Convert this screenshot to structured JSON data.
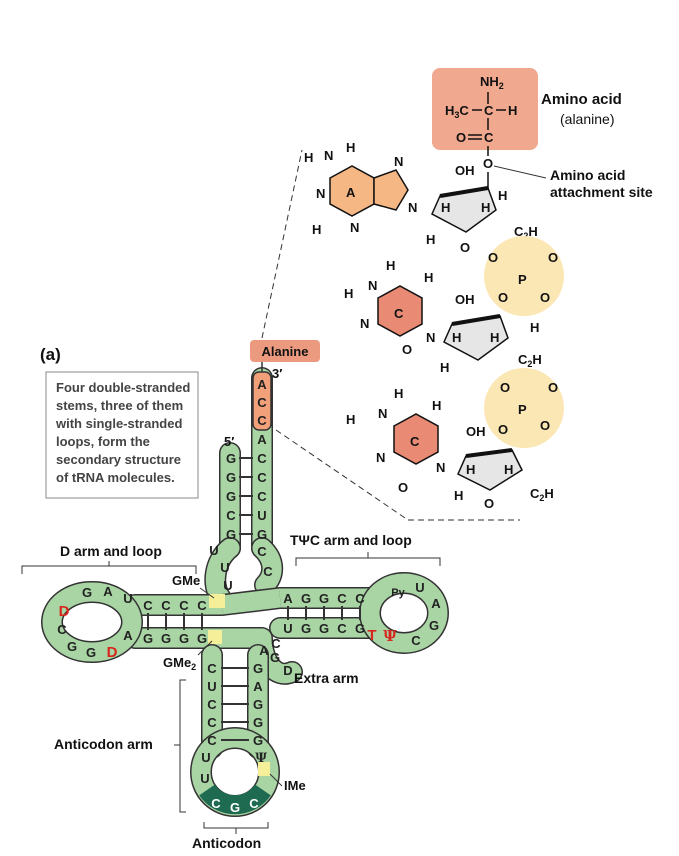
{
  "panel_label": "(a)",
  "caption": [
    "Four double-stranded",
    "stems, three of them",
    "with single-stranded",
    "loops, form the",
    "secondary structure",
    "of tRNA molecules."
  ],
  "labels": {
    "amino_acid": "Amino acid",
    "alanine_paren": "(alanine)",
    "attachment_line1": "Amino acid",
    "attachment_line2": "attachment site",
    "alanine_box": "Alanine",
    "three_prime": "3′",
    "five_prime": "5′",
    "d_arm": "D arm and loop",
    "tpsic_arm": "TΨC arm and loop",
    "extra_arm": "Extra arm",
    "anticodon_arm": "Anticodon arm",
    "anticodon": "Anticodon",
    "gme": "GMe",
    "gme2": "GMe",
    "gme2_sub": "2",
    "ime": "IMe"
  },
  "chemistry": {
    "nh2": "NH",
    "nh2_sub": "2",
    "h3c": "H",
    "h3c_sub": "3",
    "h3c_c": "C",
    "c_center": "C",
    "h_right": "H",
    "o_carbonyl": "O",
    "c_carbonyl": "C",
    "o_ester": "O",
    "base_A": "A",
    "base_C1": "C",
    "base_C2": "C",
    "oh": "OH",
    "h": "H",
    "n": "N",
    "o": "O",
    "p": "P",
    "c2h": "C",
    "c2h_sub": "2",
    "c2h_h": "H",
    "o_minus": "O",
    "minus": "−"
  },
  "colors": {
    "strand": "#a9d4a4",
    "strand_edge": "#333333",
    "modified": "#f5ef9a",
    "anticodon": "#1e6b52",
    "acc": "#f2a07a",
    "alanine_box": "#eb9a80",
    "aa_box": "#f0a88e",
    "base_A": "#f5b784",
    "base_C": "#e88a74",
    "phosphate": "#fbe7b4",
    "red_text": "#d8261e"
  },
  "sequence": {
    "acceptor_3prime_single": [
      "A",
      "C",
      "C",
      "A"
    ],
    "acceptor_5prime": [
      "G",
      "G",
      "G",
      "C",
      "G"
    ],
    "acceptor_3prime": [
      "C",
      "C",
      "C",
      "U",
      "G",
      "C"
    ],
    "junction": [
      "U",
      "U",
      "U",
      "C"
    ],
    "d_stem_top": [
      "C",
      "C",
      "C",
      "C"
    ],
    "d_stem_bottom": [
      "G",
      "G",
      "G",
      "G"
    ],
    "d_loop": [
      "U",
      "A",
      "G",
      "D",
      "C",
      "G",
      "G",
      "D",
      "A"
    ],
    "t_stem_top": [
      "A",
      "G",
      "G",
      "C",
      "C"
    ],
    "t_stem_bottom": [
      "U",
      "G",
      "G",
      "C",
      "G"
    ],
    "t_loop": [
      "Py",
      "U",
      "A",
      "G",
      "C",
      "T",
      "Ψ"
    ],
    "extra": [
      "A",
      "G",
      "C",
      "D"
    ],
    "anticodon_stem_left": [
      "C",
      "U",
      "C",
      "C",
      "C"
    ],
    "anticodon_stem_right": [
      "G",
      "A",
      "G",
      "G",
      "G"
    ],
    "anticodon_loop": [
      "U",
      "U",
      "Ψ"
    ],
    "anticodon_bases": [
      "C",
      "G",
      "C"
    ]
  }
}
